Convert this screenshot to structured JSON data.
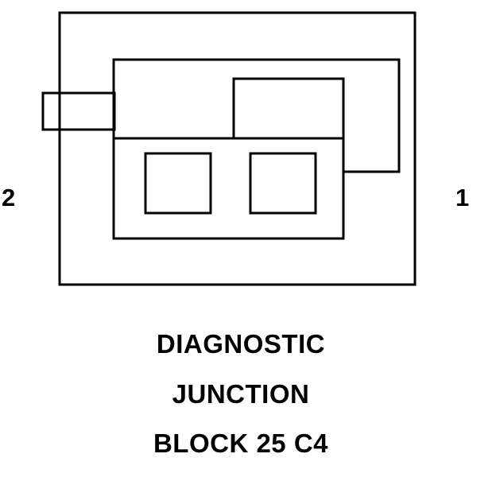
{
  "diagram": {
    "pin_left_label": "2",
    "pin_right_label": "1",
    "caption_lines": [
      "DIAGNOSTIC",
      "JUNCTION",
      "BLOCK 25 C4"
    ]
  },
  "colors": {
    "stroke": "#000000",
    "background": "#ffffff"
  }
}
